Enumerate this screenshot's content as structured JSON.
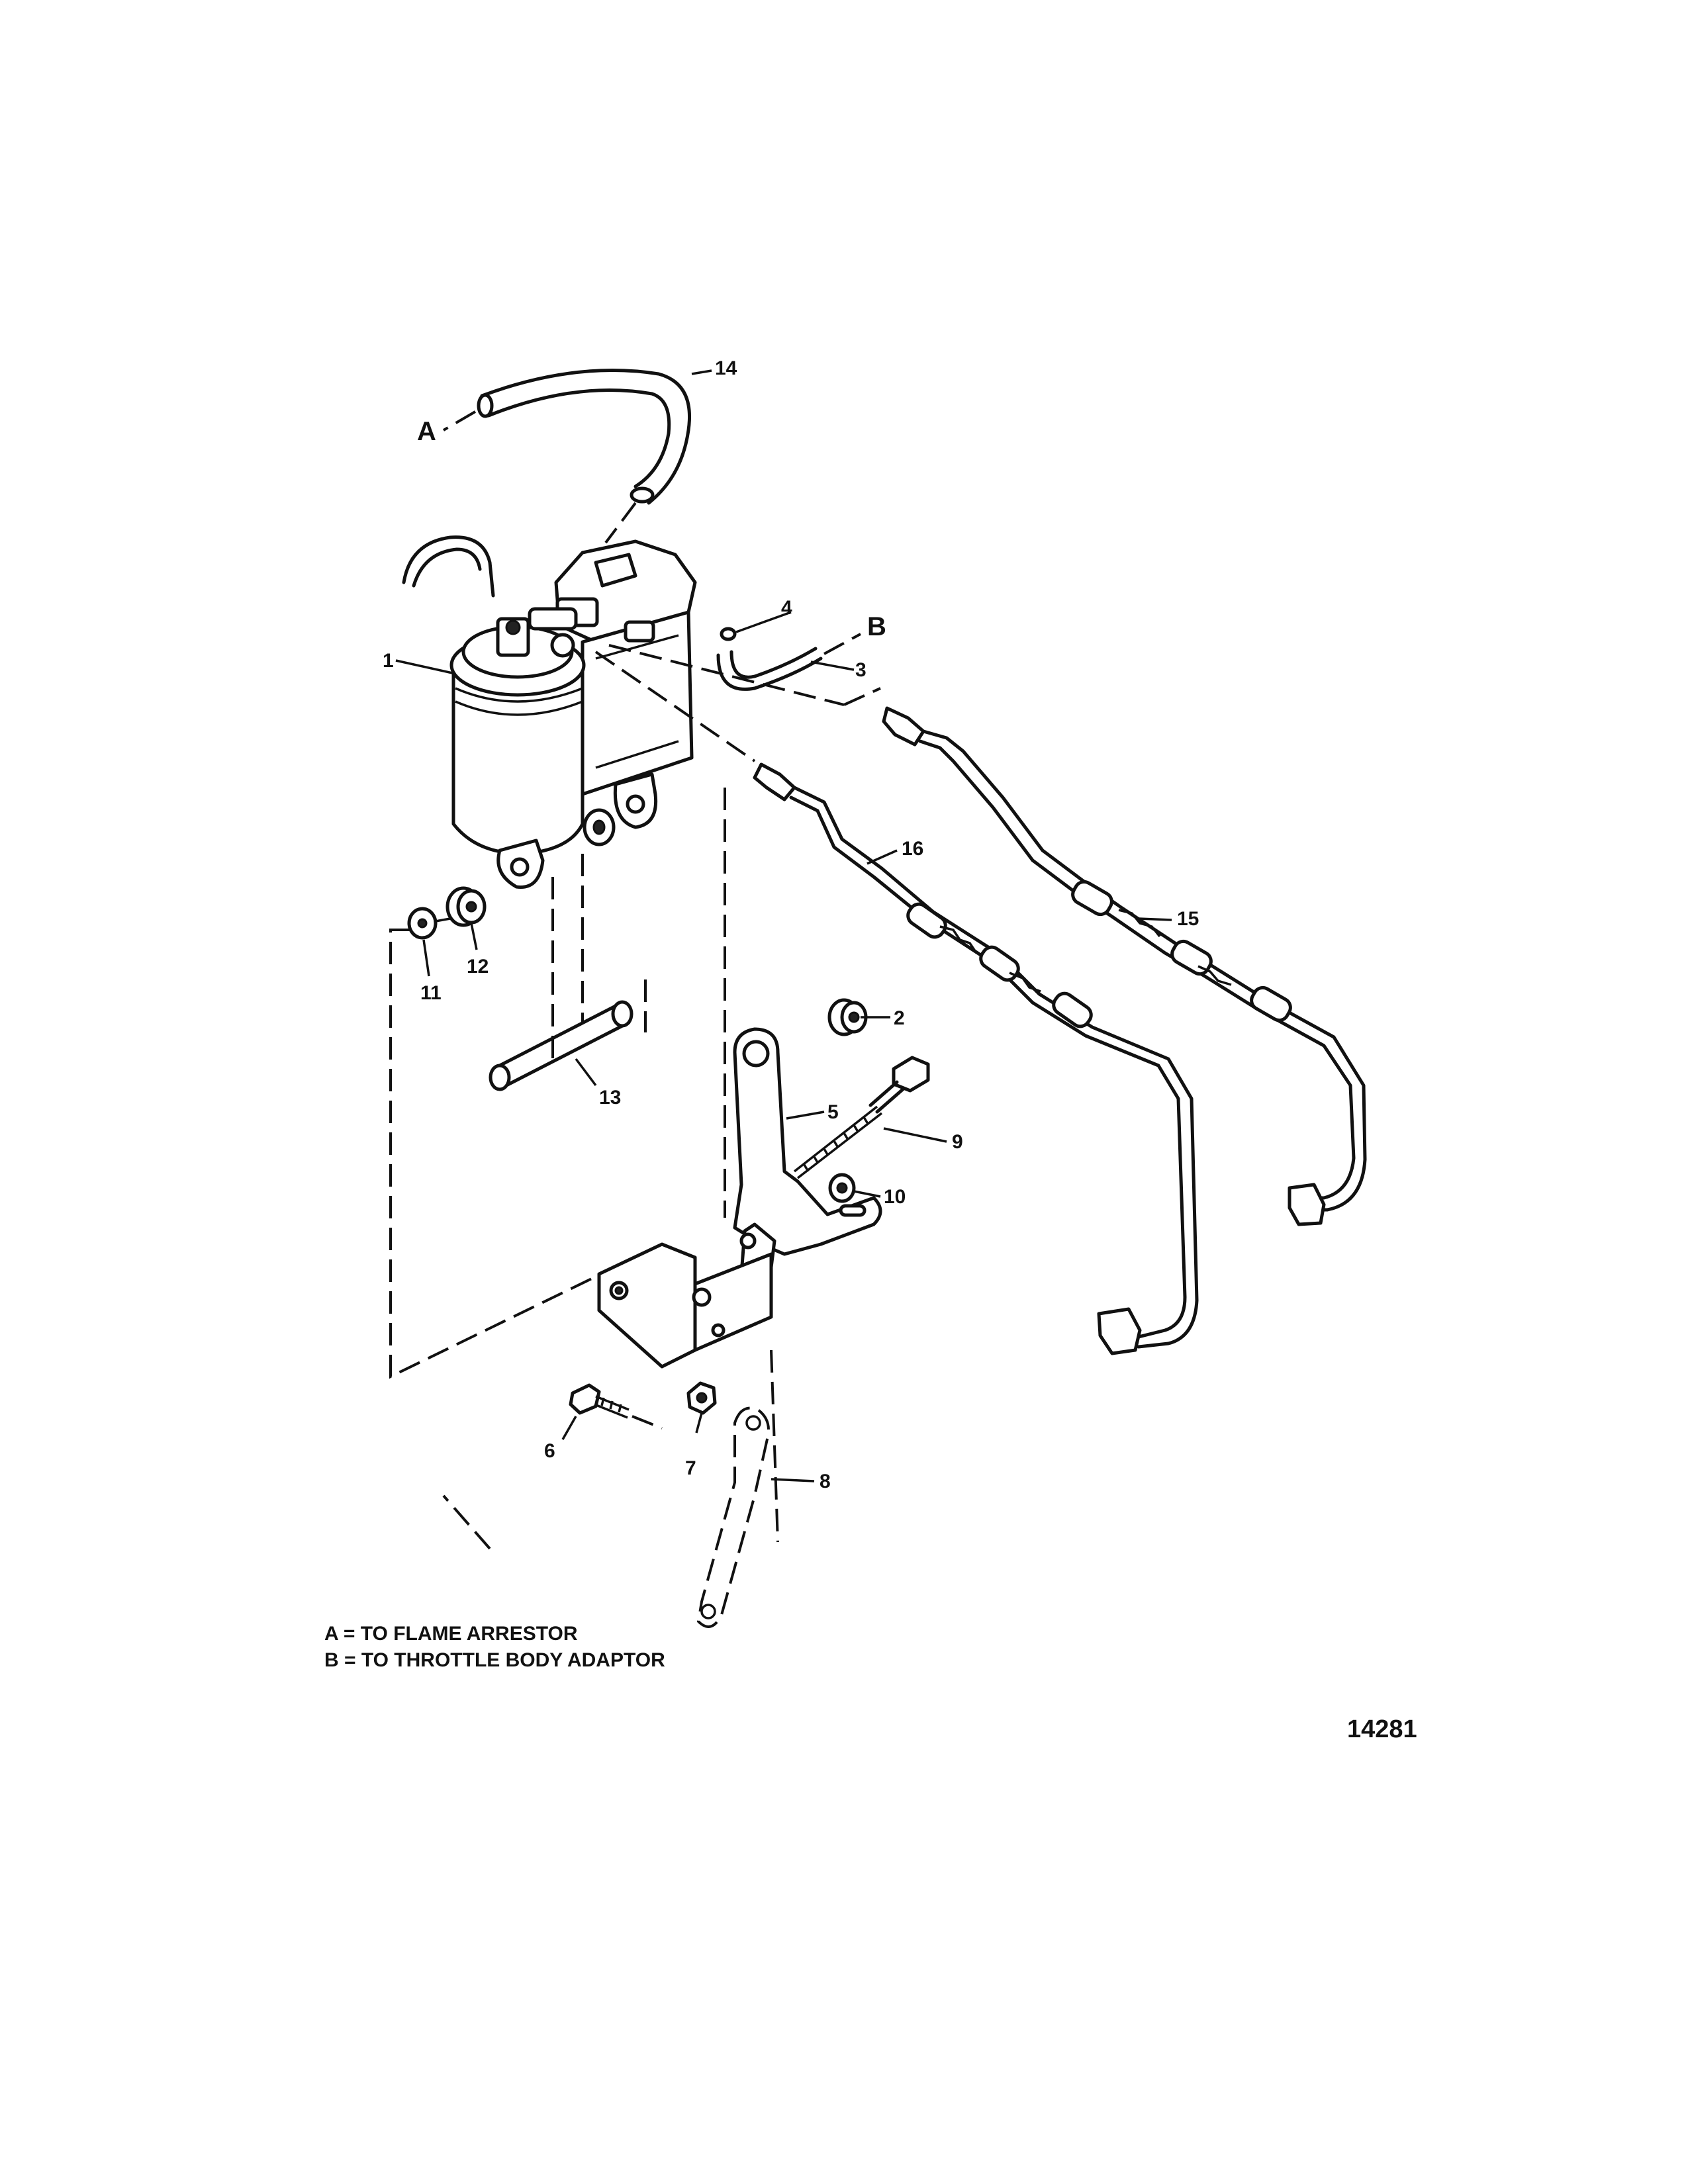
{
  "diagram": {
    "callouts": [
      "1",
      "2",
      "3",
      "4",
      "5",
      "6",
      "7",
      "8",
      "9",
      "10",
      "11",
      "12",
      "13",
      "14",
      "15",
      "16"
    ],
    "connection_letters": [
      "A",
      "B"
    ],
    "legend": [
      "A = TO FLAME ARRESTOR",
      "B = TO THROTTLE BODY ADAPTOR"
    ],
    "figure_number": "14281"
  },
  "colors": {
    "line": "#111111",
    "background": "#ffffff"
  }
}
